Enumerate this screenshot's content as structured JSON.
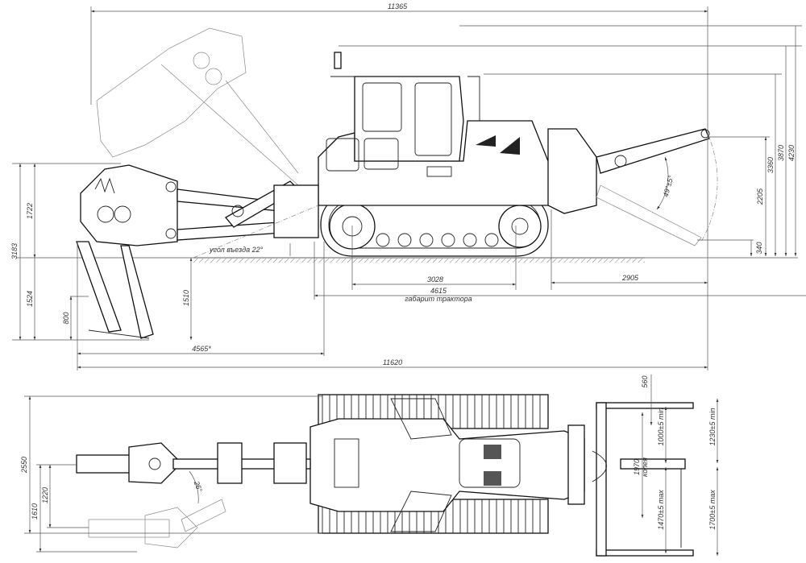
{
  "side_view": {
    "overall_length_top": "11365",
    "overall_length_bottom": "11620",
    "heights_right": {
      "h340": "340",
      "h2205": "2205",
      "h3360": "3360",
      "h3870": "3870",
      "h4230": "4230"
    },
    "heights_left": {
      "h3183": "3183",
      "h1722": "1722",
      "h1524": "1524",
      "h800": "800",
      "h1510": "1510"
    },
    "track_base": "3028",
    "tractor_length": "4615",
    "tractor_length_note": "габарит трактора",
    "front_overhang": "2905",
    "rear_overhang": "4565*",
    "approach_angle": "угол въезда 22°",
    "blade_angle": "49°±5°"
  },
  "top_view": {
    "width": "2550",
    "offset_1610": "1610",
    "offset_1220": "1220",
    "swing_angle": "26°",
    "dim_560": "560",
    "dim_1000": "1000±5 min",
    "dim_1230": "1230±5 min",
    "track_gauge": "1970",
    "track_gauge_note": "колея",
    "dim_1470": "1470±5 max",
    "dim_1700": "1700±5 max"
  }
}
